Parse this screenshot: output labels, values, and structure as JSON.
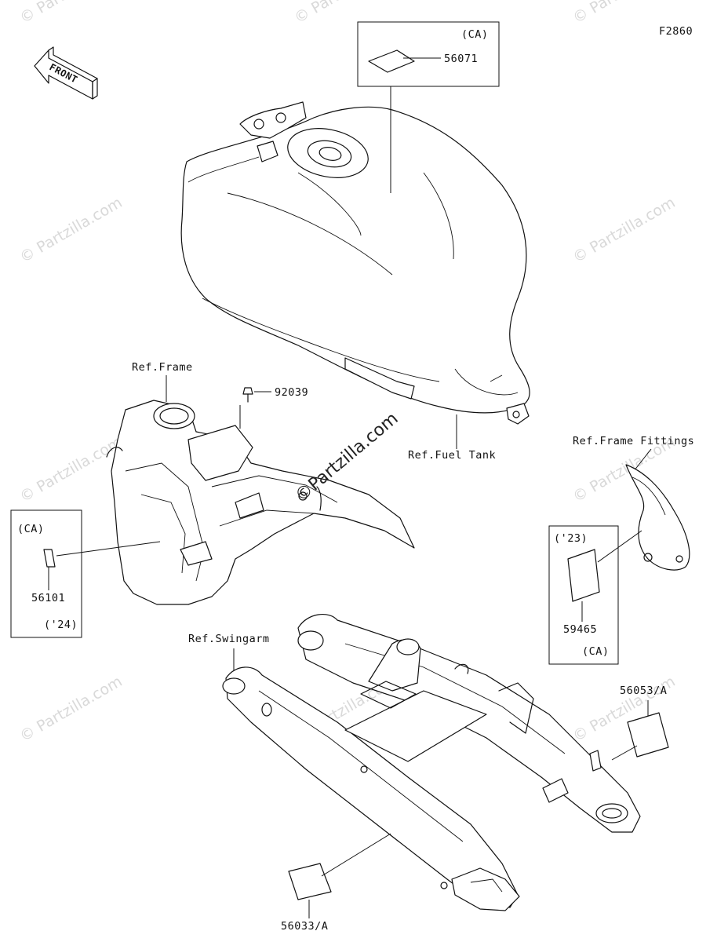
{
  "diagram_code": "F2860",
  "front_label": "FRONT",
  "watermark": "© Partzilla.com",
  "watermark_center": "©Partzilla.com",
  "labels": {
    "fuel_tank_ref": "Ref.Fuel Tank",
    "frame_ref": "Ref.Frame",
    "frame_fittings_ref": "Ref.Frame Fittings",
    "swingarm_ref": "Ref.Swingarm",
    "part_56071": "56071",
    "part_56071_note": "(CA)",
    "part_92039": "92039",
    "part_56101": "56101",
    "part_56101_note_top": "(CA)",
    "part_56101_note_bottom": "('24)",
    "part_59465": "59465",
    "part_59465_note_top": "('23)",
    "part_59465_note_bottom": "(CA)",
    "part_56053": "56053/A",
    "part_56033": "56033/A"
  }
}
